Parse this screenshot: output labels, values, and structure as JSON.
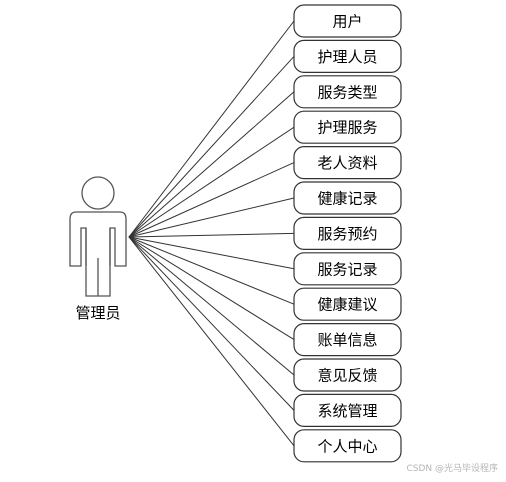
{
  "actor": {
    "label": "管理员",
    "icon": "person-icon"
  },
  "use_cases": [
    {
      "label": "用户"
    },
    {
      "label": "护理人员"
    },
    {
      "label": "服务类型"
    },
    {
      "label": "护理服务"
    },
    {
      "label": "老人资料"
    },
    {
      "label": "健康记录"
    },
    {
      "label": "服务预约"
    },
    {
      "label": "服务记录"
    },
    {
      "label": "健康建议"
    },
    {
      "label": "账单信息"
    },
    {
      "label": "意见反馈"
    },
    {
      "label": "系统管理"
    },
    {
      "label": "个人中心"
    }
  ],
  "watermark": "CSDN @光马毕设程序"
}
